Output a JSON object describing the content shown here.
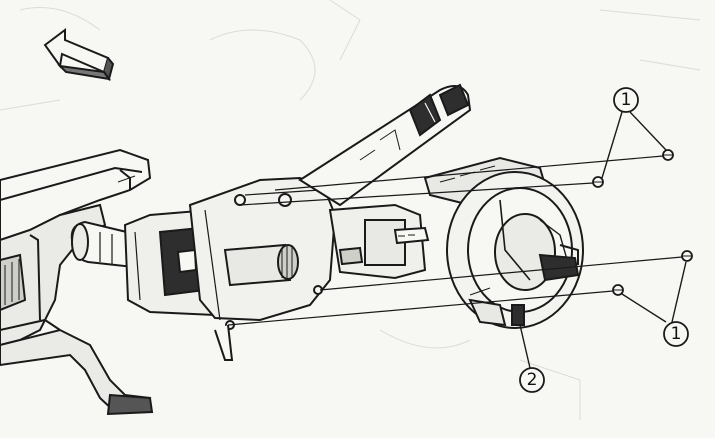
{
  "diagram": {
    "callouts": [
      {
        "label": "1"
      },
      {
        "label": "1"
      },
      {
        "label": "2"
      }
    ],
    "colors": {
      "ink": "#1a1a1a",
      "paper": "#f7f7f4",
      "ghost": "#d9d9d4"
    }
  }
}
